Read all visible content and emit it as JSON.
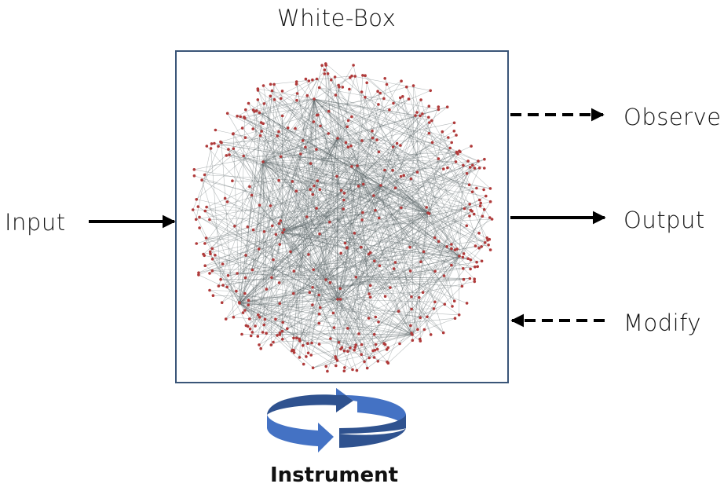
{
  "title": "White-Box",
  "labels": {
    "input": "Input",
    "observe": "Observe",
    "output": "Output",
    "modify": "Modify",
    "instrument": "Instrument"
  },
  "colors": {
    "box_border": "#3a5578",
    "node": "#b03a3a",
    "edge": "#5c6668",
    "arrow": "#000000",
    "cycle_front": "#4472c4",
    "cycle_back": "#2f528f"
  },
  "icons": {
    "instrument": "circular-refresh-arrows-icon"
  }
}
